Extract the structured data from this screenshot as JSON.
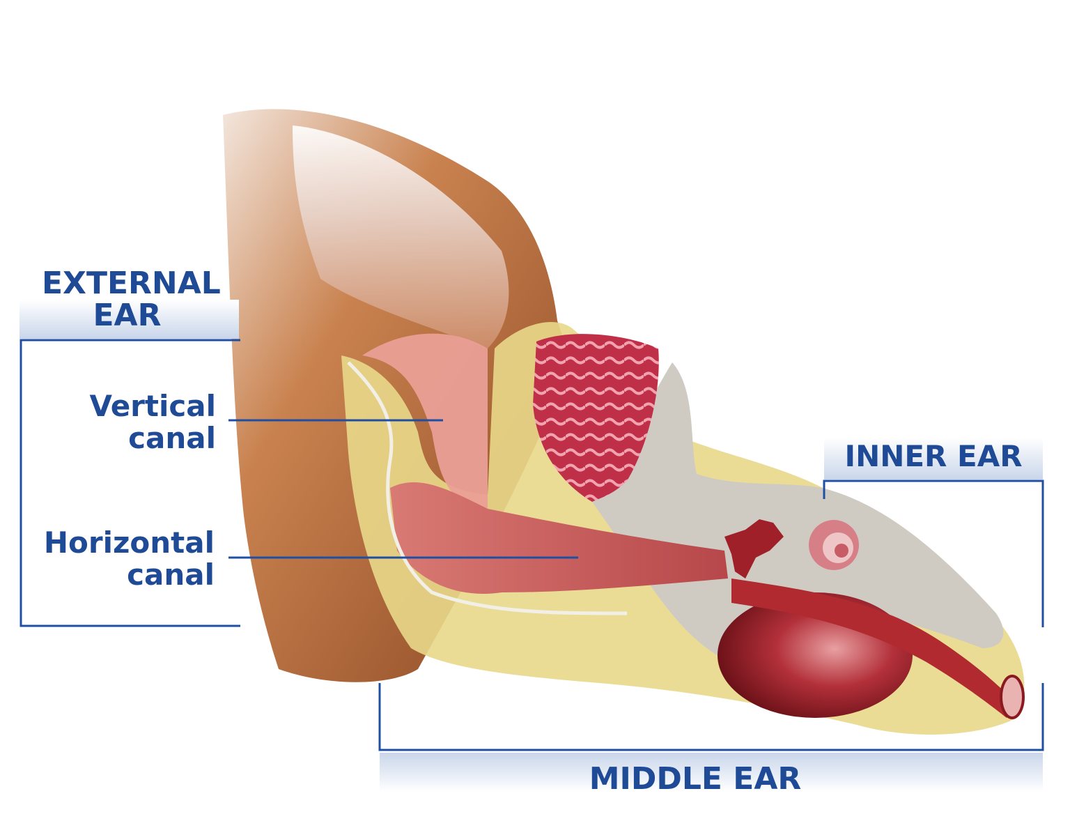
{
  "labels": {
    "external_ear": [
      "EXTERNAL",
      "EAR"
    ],
    "vertical_canal": [
      "Vertical",
      "canal"
    ],
    "horizontal_canal": [
      "Horizontal",
      "canal"
    ],
    "inner_ear": "INNER EAR",
    "middle_ear": "MIDDLE EAR"
  },
  "colors": {
    "label": "#1e4a96",
    "bracket": "#1f4fa3",
    "fur": "#a85a2e",
    "tissue": "#e6d27a",
    "canal": "#e89a93",
    "bone": "#cfcbc3",
    "muscle": "#c8304a",
    "bulla": "#9a1f2a"
  }
}
